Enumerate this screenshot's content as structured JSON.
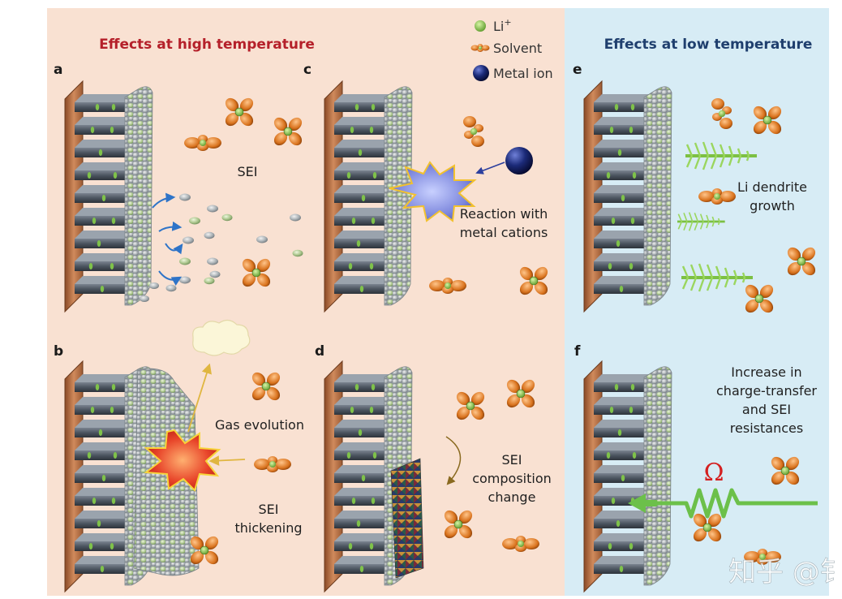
{
  "headers": {
    "high": "Effects at high temperature",
    "low": "Effects at low temperature"
  },
  "colors": {
    "high_bg": "#f9e1d2",
    "low_bg": "#d7ecf5",
    "high_header": "#b5202a",
    "low_header": "#1f3f6e",
    "copper": "#c47b4e",
    "li": "#8bc34a",
    "solvent": "#d9731e",
    "metal_ion": "#1b2a78",
    "dendrite": "#8fd14f",
    "resistance": "#6cc04a",
    "omega": "#d42020"
  },
  "legend": {
    "li": "Li",
    "li_sup": "+",
    "solvent": "Solvent",
    "metal_ion": "Metal ion"
  },
  "panels": {
    "a": {
      "letter": "a",
      "label": "SEI"
    },
    "b": {
      "letter": "b",
      "label1": "Gas evolution",
      "label2_l1": "SEI",
      "label2_l2": "thickening"
    },
    "c": {
      "letter": "c",
      "label_l1": "Reaction with",
      "label_l2": "metal cations"
    },
    "d": {
      "letter": "d",
      "label_l1": "SEI",
      "label_l2": "composition",
      "label_l3": "change"
    },
    "e": {
      "letter": "e",
      "label_l1": "Li dendrite",
      "label_l2": "growth"
    },
    "f": {
      "letter": "f",
      "label_l1": "Increase in",
      "label_l2": "charge-transfer",
      "label_l3": "and SEI",
      "label_l4": "resistances",
      "omega": "Ω"
    }
  },
  "watermark": "知乎 @钅"
}
